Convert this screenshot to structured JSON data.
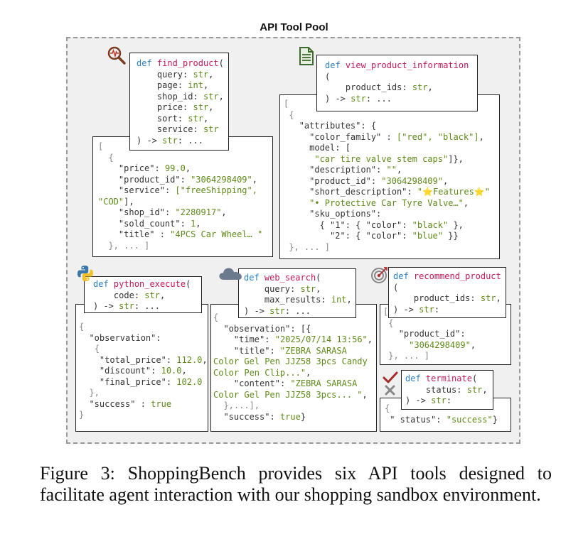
{
  "title": "API Tool Pool",
  "caption": "Figure 3: ShoppingBench provides six API tools designed to facilitate agent interaction with our shopping sandbox environment.",
  "tools": {
    "find_product": {
      "def": "def",
      "name": "find_product",
      "params": [
        "query",
        "page",
        "shop_id",
        "price",
        "sort",
        "service"
      ],
      "types": [
        "str",
        "int",
        "str",
        "str",
        "str",
        "str"
      ],
      "ret": "str",
      "output": {
        "price_key": "\"price\"",
        "price_val": "99.0",
        "product_id_key": "\"product_id\"",
        "product_id_val": "\"3064298409\"",
        "service_key": "\"service\"",
        "service_val1": "[\"freeShipping\",",
        "service_val2": "\"COD\"",
        "shop_id_key": "\"shop_id\"",
        "shop_id_val": "\"2280917\"",
        "sold_count_key": "\"sold_count\"",
        "sold_count_val": "1",
        "title_key": "\"title\"",
        "title_val": "\"4PCS Car Wheel… \""
      }
    },
    "view_product_information": {
      "def": "def",
      "name": "view_product_information",
      "params": [
        "product_ids"
      ],
      "types": [
        "str"
      ],
      "ret": "str",
      "output": {
        "attributes_key": "\"attributes\"",
        "color_family_key": "\"color_family\"",
        "color_family_val": "[\"red\", \"black\"]",
        "model_key": "model",
        "model_val": "\"car tire valve stem caps\"",
        "description_key": "\"description\"",
        "description_val": "\"\"",
        "product_id_key": "\"product_id\"",
        "product_id_val": "\"3064298409\"",
        "short_desc_key": "\"short_description\"",
        "short_desc_val1": "\"⭐Features⭐\"",
        "short_desc_val2": "\"• Protective Car Tyre Valve…\"",
        "sku_key": "\"sku_options\"",
        "sku1_key": "\"1\"",
        "sku1_color_key": "\"color\"",
        "sku1_color_val": "\"black\"",
        "sku2_key": "\"2\"",
        "sku2_color_key": "\"color\"",
        "sku2_color_val": "\"blue\""
      }
    },
    "python_execute": {
      "def": "def",
      "name": "python_execute",
      "params": [
        "code"
      ],
      "types": [
        "str"
      ],
      "ret": "str",
      "output": {
        "observation_key": "\"observation\"",
        "total_price_key": "\"total_price\"",
        "total_price_val": "112.0",
        "discount_key": "\"discount\"",
        "discount_val": "10.0",
        "final_price_key": "\"final_price\"",
        "final_price_val": "102.0",
        "success_key": "\"success\"",
        "success_val": "true"
      }
    },
    "web_search": {
      "def": "def",
      "name": "web_search",
      "params": [
        "query",
        "max_results"
      ],
      "types": [
        "str",
        "int"
      ],
      "ret": "str",
      "output": {
        "observation_key": "\"observation\"",
        "time_key": "\"time\"",
        "time_val": "\"2025/07/14 13:56\"",
        "title_key": "\"title\"",
        "title_val1": "\"ZEBRA SARASA",
        "title_val2": "Color Gel Pen JJZ58 3pcs Candy",
        "title_val3": "Color Pen Clip...\"",
        "content_key": "\"content\"",
        "content_val1": "\"ZEBRA SARASA",
        "content_val2": "Color Gel Pen JJZ58 3pcs... \"",
        "success_key": "\"success\"",
        "success_val": "true"
      }
    },
    "recommend_product": {
      "def": "def",
      "name": "recommend_product",
      "params": [
        "product_ids"
      ],
      "types": [
        "str"
      ],
      "ret": "str",
      "output": {
        "product_id_key": "\"product_id\"",
        "product_id_val": "\"3064298409\""
      }
    },
    "terminate": {
      "def": "def",
      "name": "terminate",
      "params": [
        "status"
      ],
      "types": [
        "str"
      ],
      "ret": "str",
      "output": {
        "status_key": "\" status\"",
        "status_val": "\"success\""
      }
    }
  },
  "colors": {
    "keyword": "#2a7fc1",
    "function": "#c2185b",
    "string": "#5f8a1a",
    "border": "#222",
    "pool_bg": "#f0f0f0"
  },
  "icons": [
    "magnifier-pulse-icon",
    "document-icon",
    "python-icon",
    "cloud-icon",
    "target-icon",
    "check-cross-icon"
  ]
}
